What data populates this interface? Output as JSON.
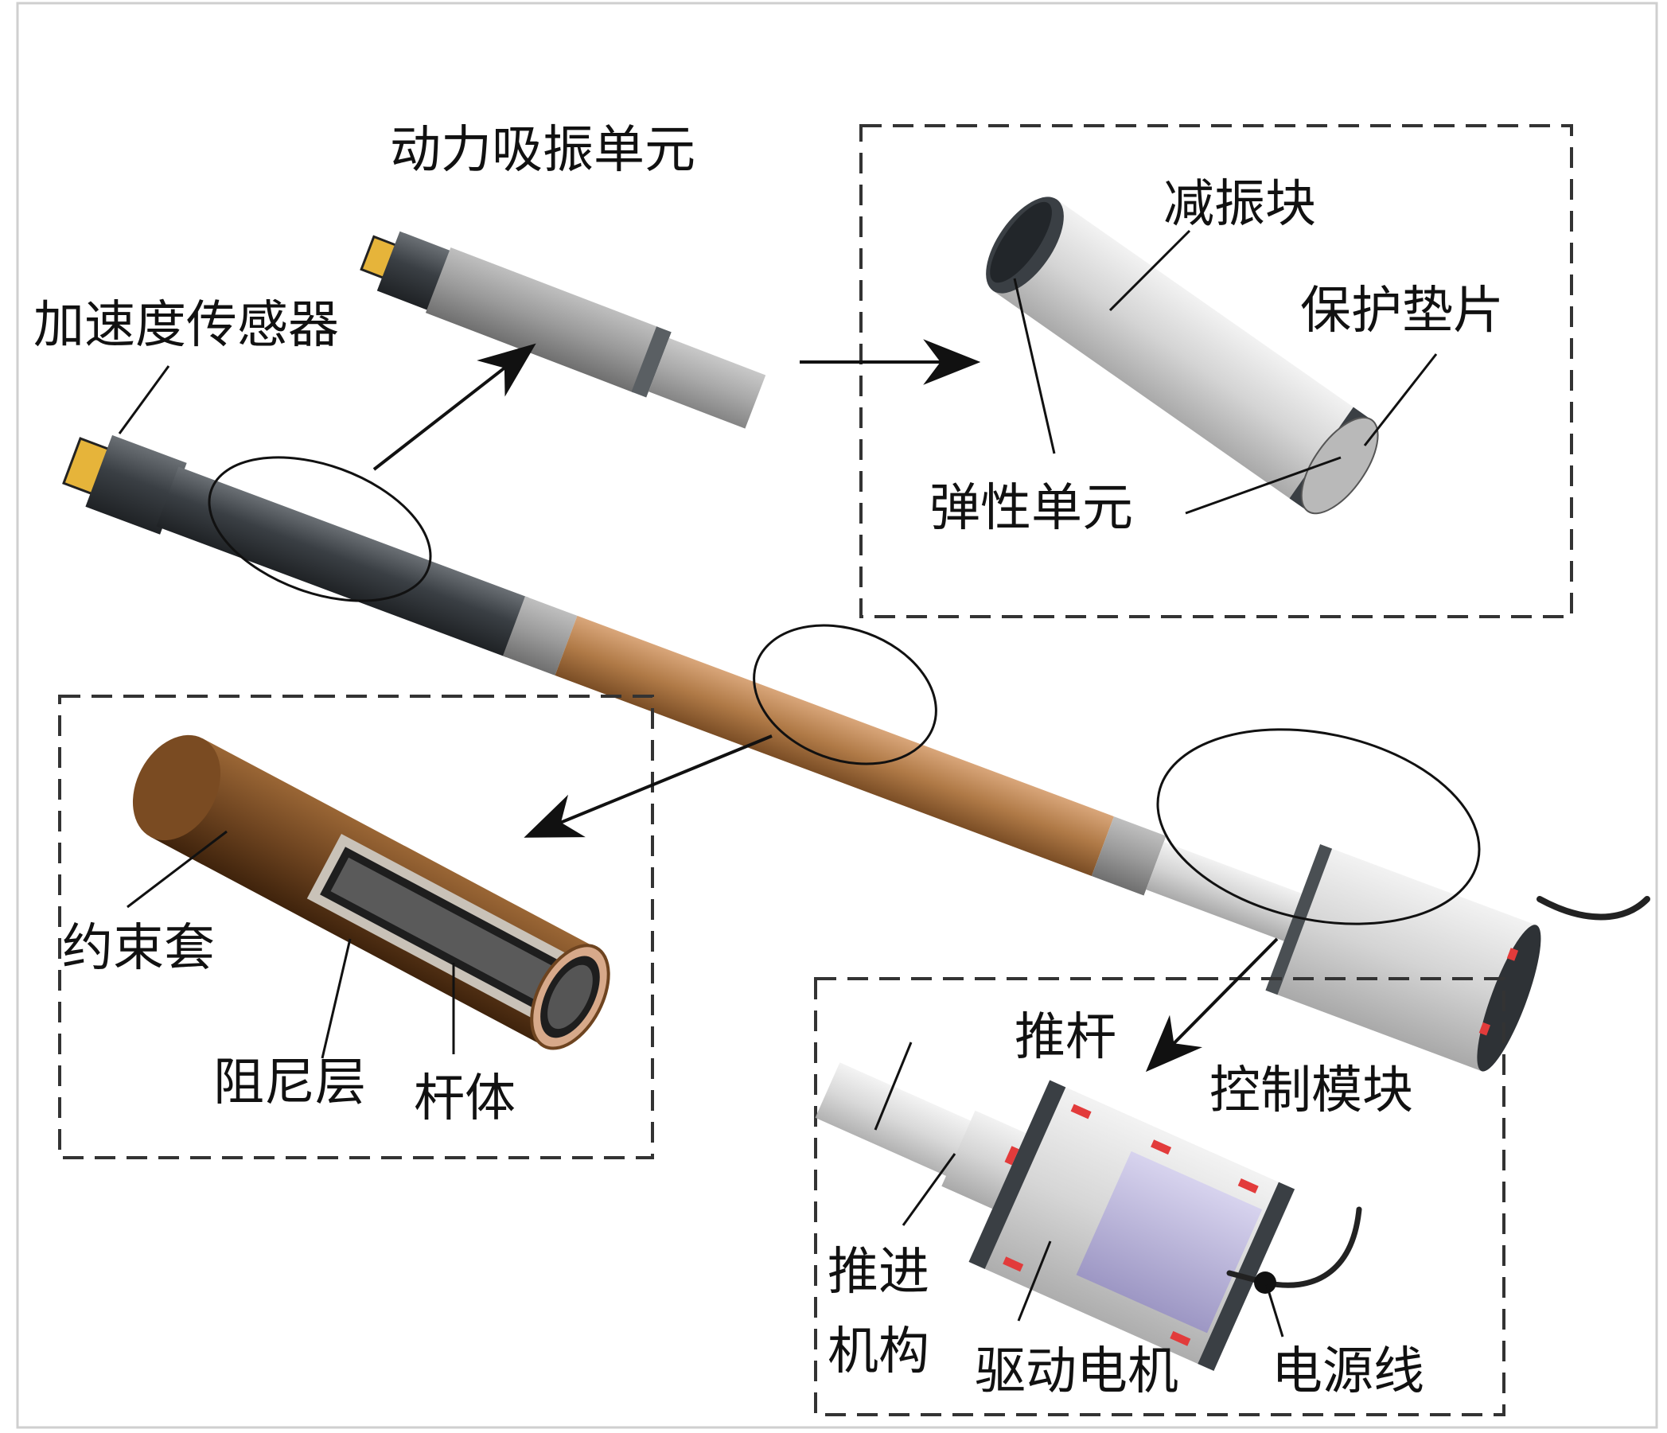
{
  "labels": {
    "dynamic_absorber_unit": "动力吸振单元",
    "acceleration_sensor": "加速度传感器",
    "damping_mass": "减振块",
    "protective_pad": "保护垫片",
    "elastic_unit": "弹性单元",
    "constraint_sleeve": "约束套",
    "damping_layer": "阻尼层",
    "bar_body": "杆体",
    "push_rod": "推杆",
    "control_module": "控制模块",
    "propulsion_mechanism_line1": "推进",
    "propulsion_mechanism_line2": "机构",
    "drive_motor": "驱动电机",
    "power_cable": "电源线"
  },
  "colors": {
    "bar_dark": "#3d4246",
    "bar_copper": "#b07a47",
    "absorber_light": "#d9d9d9",
    "motor_purple": "#b9b4d6",
    "marker_red": "#e23b3b",
    "sensor_yellow": "#e6b43a",
    "line": "#111111",
    "dashed_box": "#333333"
  }
}
